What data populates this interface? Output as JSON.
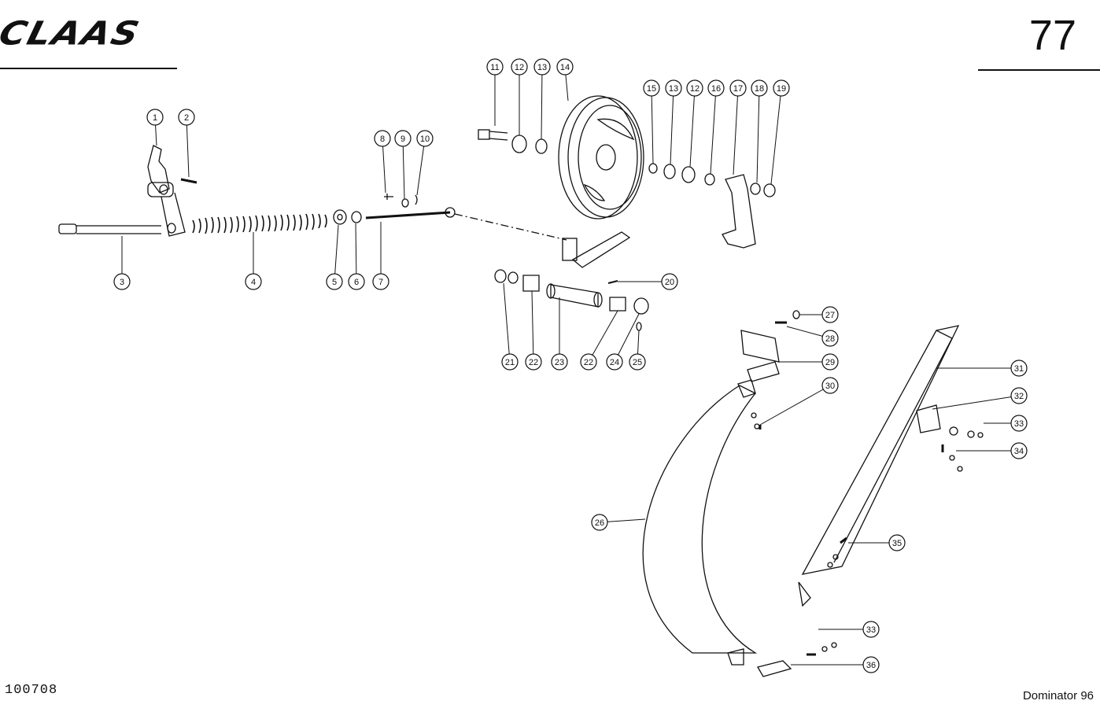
{
  "header": {
    "brand": "CLAAS",
    "page_number": "77"
  },
  "footer": {
    "drawing_code": "100708",
    "model": "Dominator 96"
  },
  "callouts": [
    {
      "id": "c1",
      "label": "1"
    },
    {
      "id": "c2",
      "label": "2"
    },
    {
      "id": "c3",
      "label": "3"
    },
    {
      "id": "c4",
      "label": "4"
    },
    {
      "id": "c5",
      "label": "5"
    },
    {
      "id": "c6",
      "label": "6"
    },
    {
      "id": "c7",
      "label": "7"
    },
    {
      "id": "c8",
      "label": "8"
    },
    {
      "id": "c9",
      "label": "9"
    },
    {
      "id": "c10",
      "label": "10"
    },
    {
      "id": "c11",
      "label": "11"
    },
    {
      "id": "c12a",
      "label": "12"
    },
    {
      "id": "c13a",
      "label": "13"
    },
    {
      "id": "c14",
      "label": "14"
    },
    {
      "id": "c15",
      "label": "15"
    },
    {
      "id": "c13b",
      "label": "13"
    },
    {
      "id": "c12b",
      "label": "12"
    },
    {
      "id": "c16",
      "label": "16"
    },
    {
      "id": "c17",
      "label": "17"
    },
    {
      "id": "c18",
      "label": "18"
    },
    {
      "id": "c19",
      "label": "19"
    },
    {
      "id": "c20",
      "label": "20"
    },
    {
      "id": "c21",
      "label": "21"
    },
    {
      "id": "c22a",
      "label": "22"
    },
    {
      "id": "c23",
      "label": "23"
    },
    {
      "id": "c22b",
      "label": "22"
    },
    {
      "id": "c24",
      "label": "24"
    },
    {
      "id": "c25",
      "label": "25"
    },
    {
      "id": "c26",
      "label": "26"
    },
    {
      "id": "c27",
      "label": "27"
    },
    {
      "id": "c28",
      "label": "28"
    },
    {
      "id": "c29",
      "label": "29"
    },
    {
      "id": "c30",
      "label": "30"
    },
    {
      "id": "c31",
      "label": "31"
    },
    {
      "id": "c32",
      "label": "32"
    },
    {
      "id": "c33a",
      "label": "33"
    },
    {
      "id": "c34",
      "label": "34"
    },
    {
      "id": "c35",
      "label": "35"
    },
    {
      "id": "c33b",
      "label": "33"
    },
    {
      "id": "c36",
      "label": "36"
    }
  ]
}
